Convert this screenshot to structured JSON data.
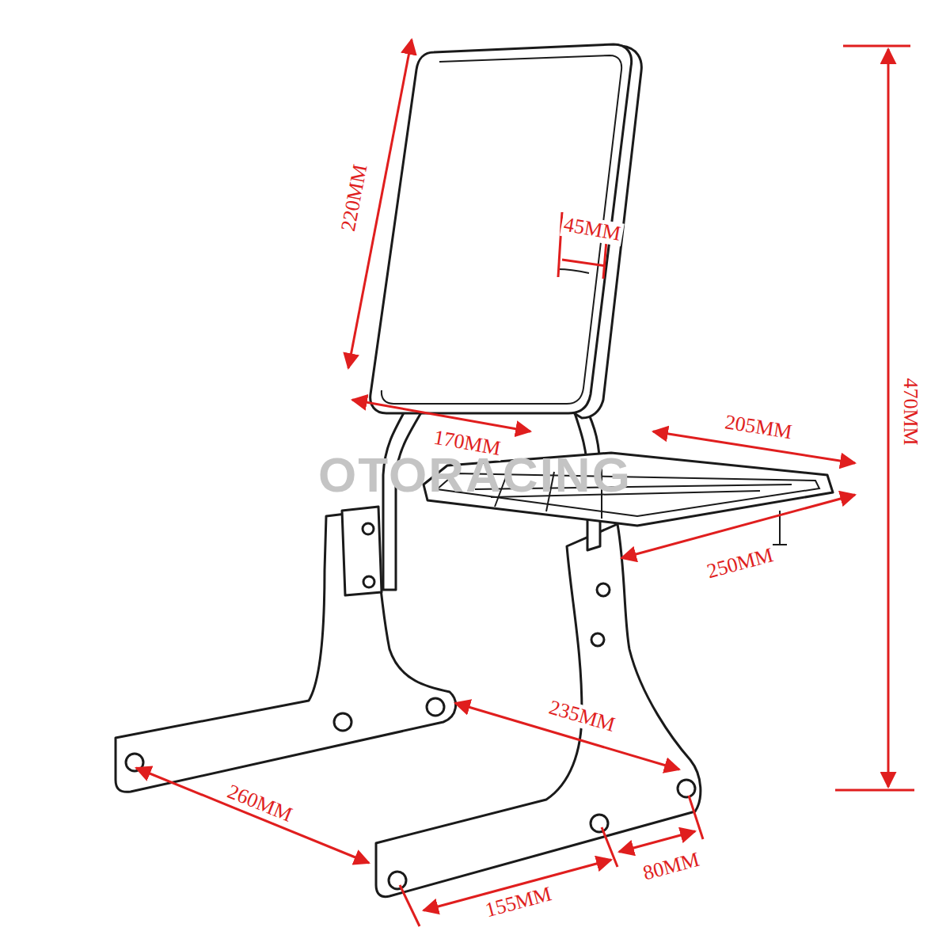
{
  "diagram": {
    "labels": [
      "220MM",
      "45MM",
      "170MM",
      "205MM",
      "470MM",
      "250MM",
      "235MM",
      "260MM",
      "80MM",
      "155MM",
      "OTORACING"
    ]
  }
}
